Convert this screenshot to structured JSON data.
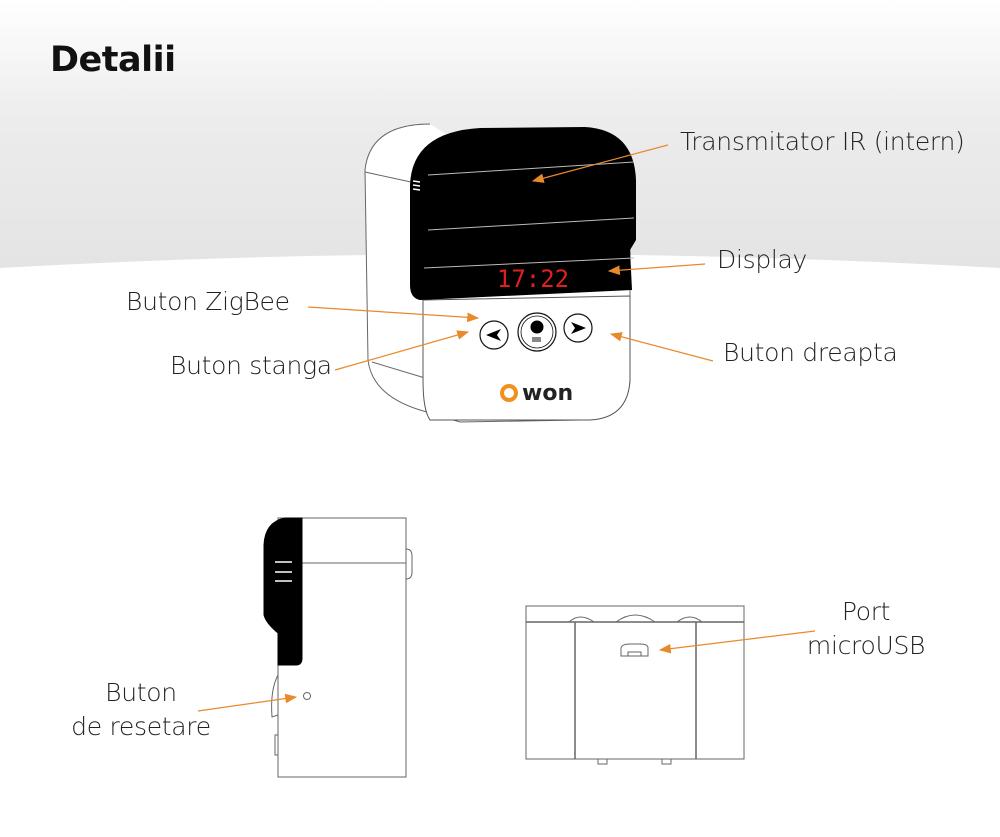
{
  "title": "Detalii",
  "colors": {
    "accent": "#e8892c",
    "display_digits": "#e02020",
    "logo_o": "#f0901e"
  },
  "device": {
    "display_time": "17:22",
    "logo": "OWON"
  },
  "labels": {
    "ir_transmitter": "Transmitator IR (intern)",
    "display": "Display",
    "zigbee_button": "Buton ZigBee",
    "left_button": "Buton stanga",
    "right_button": "Buton dreapta",
    "reset_button_line1": "Buton",
    "reset_button_line2": "de resetare",
    "usb_port_line1": "Port",
    "usb_port_line2": "microUSB"
  }
}
